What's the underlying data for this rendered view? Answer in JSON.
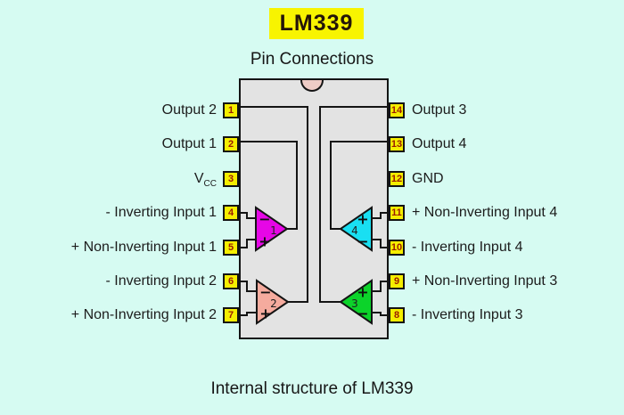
{
  "title": "LM339",
  "subtitle": "Pin Connections",
  "caption": "Internal structure of LM339",
  "colors": {
    "background": "#d6fbf2",
    "title_highlight": "#f8f400",
    "chip_body": "#e3e3e3",
    "chip_outline": "#141414",
    "pin_box": "#f5ee00",
    "pin_number": "#9b1c00",
    "wire": "#141414",
    "notch": "#eeccc6",
    "comparator_1": "#e606e6",
    "comparator_2": "#f5ab9e",
    "comparator_3": "#0cd32a",
    "comparator_4": "#19dff2"
  },
  "pins": {
    "left": [
      {
        "num": "1",
        "label": "Output 2"
      },
      {
        "num": "2",
        "label": "Output 1"
      },
      {
        "num": "3",
        "label": "V",
        "label_sub": "CC"
      },
      {
        "num": "4",
        "label": "- Inverting Input 1"
      },
      {
        "num": "5",
        "label": "+ Non-Inverting Input 1"
      },
      {
        "num": "6",
        "label": "- Inverting Input 2"
      },
      {
        "num": "7",
        "label": "+ Non-Inverting Input 2"
      }
    ],
    "right": [
      {
        "num": "14",
        "label": "Output 3"
      },
      {
        "num": "13",
        "label": "Output 4"
      },
      {
        "num": "12",
        "label": "GND"
      },
      {
        "num": "11",
        "label": "+ Non-Inverting Input 4"
      },
      {
        "num": "10",
        "label": "- Inverting Input 4"
      },
      {
        "num": "9",
        "label": "+ Non-Inverting Input 3"
      },
      {
        "num": "8",
        "label": "- Inverting Input 3"
      }
    ]
  },
  "comparators": [
    {
      "id": "1",
      "top_sign": "−",
      "bottom_sign": "+",
      "direction": "right"
    },
    {
      "id": "2",
      "top_sign": "−",
      "bottom_sign": "+",
      "direction": "right"
    },
    {
      "id": "3",
      "top_sign": "+",
      "bottom_sign": "−",
      "direction": "left"
    },
    {
      "id": "4",
      "top_sign": "+",
      "bottom_sign": "−",
      "direction": "left"
    }
  ]
}
